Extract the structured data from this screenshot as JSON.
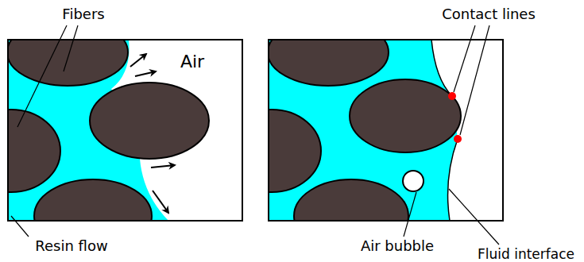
{
  "diagram": {
    "labels": [
      "Fibers",
      "Air",
      "Contact lines",
      "Resin flow",
      "Air bubble",
      "Fluid interface"
    ]
  }
}
